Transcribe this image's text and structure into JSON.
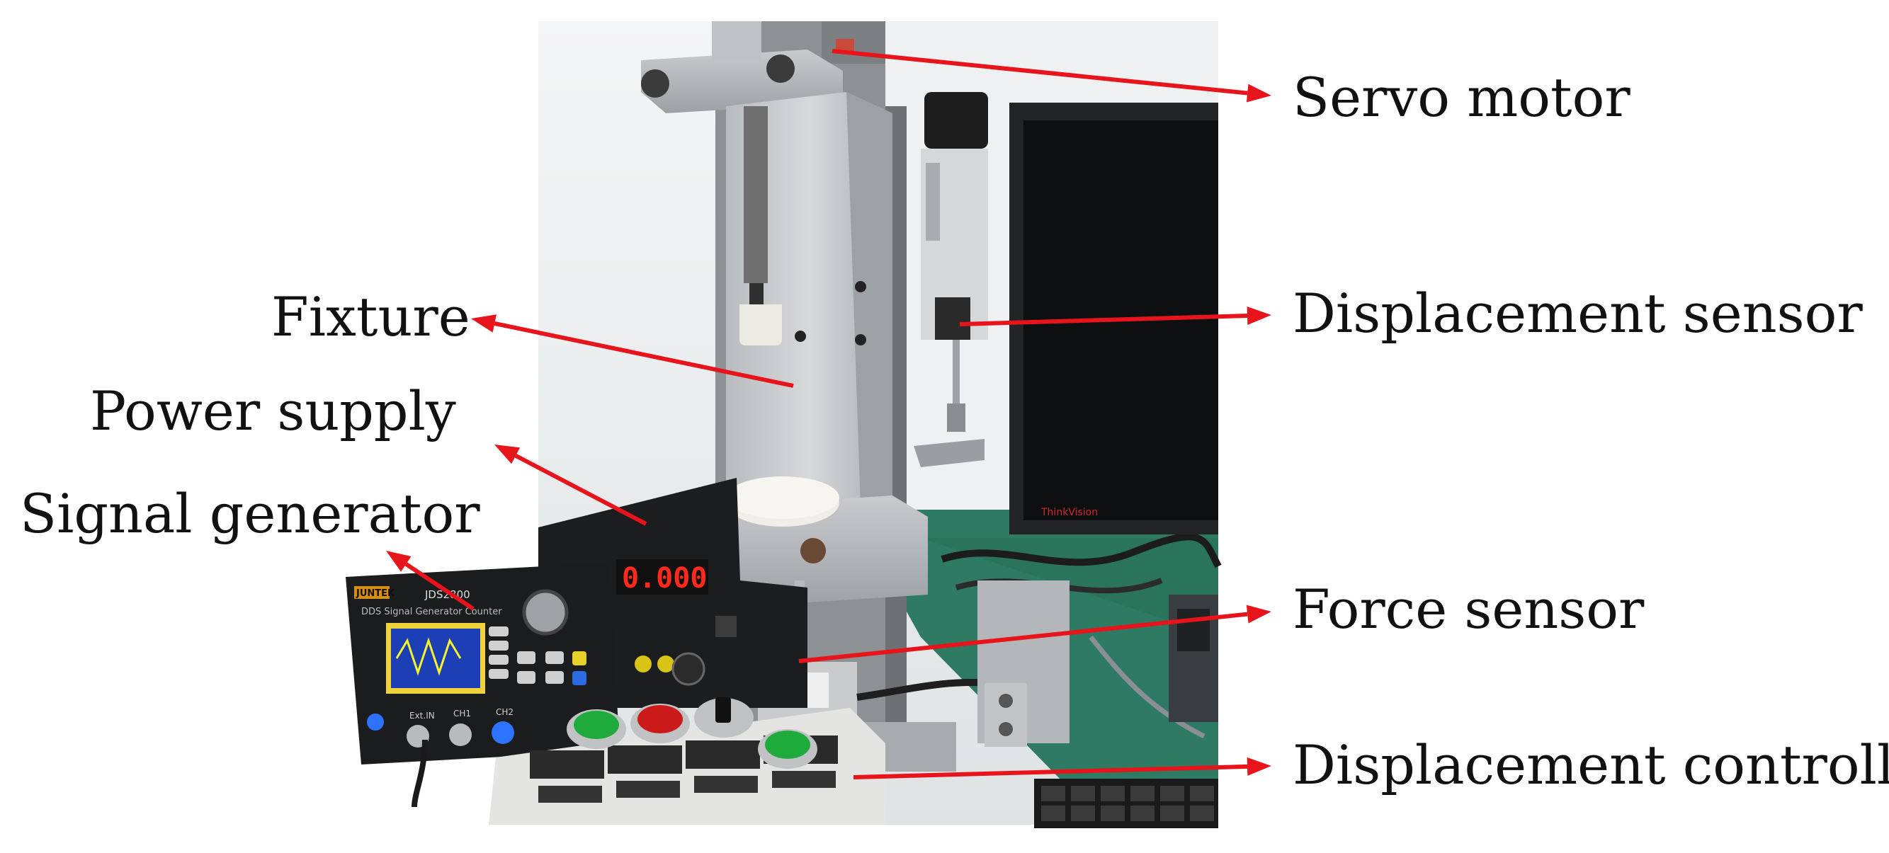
{
  "labels": {
    "servo_motor": "Servo motor",
    "displacement_sensor": "Displacement sensor",
    "fixture": "Fixture",
    "power_supply": "Power supply",
    "signal_generator": "Signal generator",
    "force_sensor": "Force sensor",
    "displacement_controller": "Displacement controller"
  },
  "device_text": {
    "signal_generator_brand": "JUNTEK",
    "signal_generator_model": "JDS2800",
    "signal_generator_subtitle": "DDS Signal Generator Counter",
    "power_supply_display": "0.000",
    "port_ext_in": "Ext.IN",
    "port_ch1": "CH1",
    "port_ch2": "CH2",
    "monitor_brand": "ThinkVision"
  },
  "colors": {
    "arrow": "#e8141c",
    "text": "#111111",
    "background": "#ffffff",
    "button_green": "#1faa3c",
    "button_red": "#cc1a1a",
    "display_red": "#ff2a1a"
  }
}
